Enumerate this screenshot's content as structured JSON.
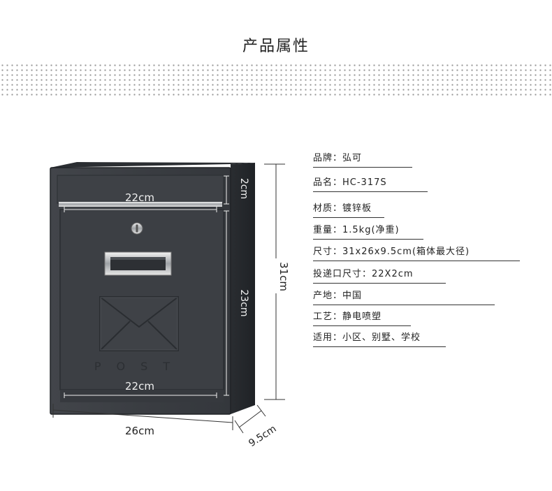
{
  "title": "产品属性",
  "specs": [
    "品牌：弘可",
    "品名：HC-317S",
    "材质：镀锌板",
    "重量：1.5kg(净重)",
    "尺寸：31x26x9.5cm(箱体最大径)",
    "投递口尺寸：22X2cm",
    "产地：中国",
    "工艺：静电喷塑",
    "适用：小区、别墅、学校"
  ],
  "dimensions": {
    "slot_width": "22cm",
    "bottom_width": "22cm",
    "slot_height": "2cm",
    "door_height": "23cm",
    "total_height": "31cm",
    "total_width": "26cm",
    "depth": "9.5cm"
  },
  "box_embossed_text": "POST",
  "colors": {
    "box_body": "#3b3e43",
    "box_edge": "#24272b",
    "trim": "#c9ccd0"
  }
}
